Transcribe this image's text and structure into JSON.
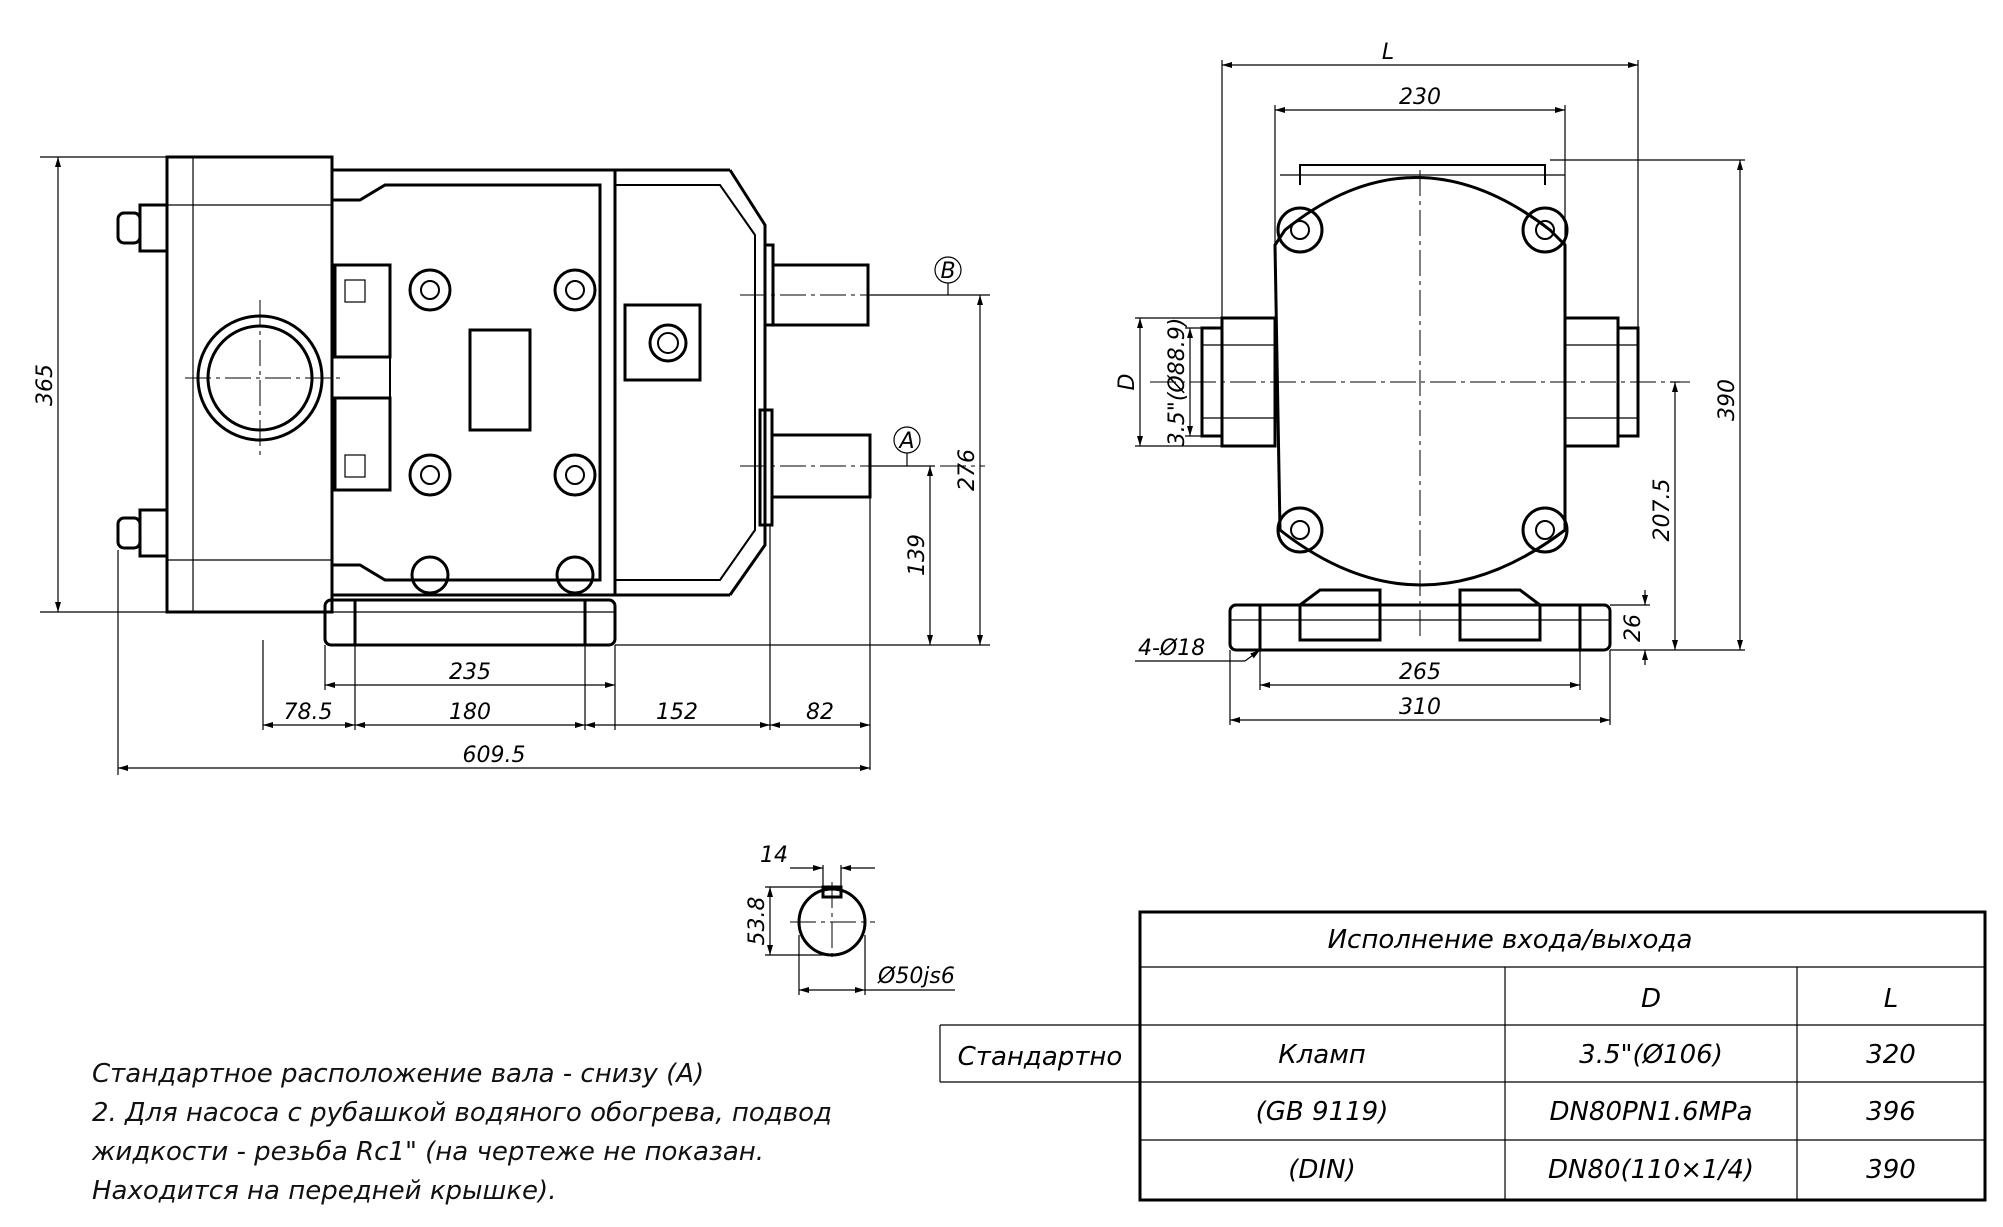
{
  "dimensions": {
    "front_height": "365",
    "shaft_b_height": "276",
    "shaft_a_height": "139",
    "base_length": "235",
    "offset_1": "78.5",
    "foot_spacing": "180",
    "span_152": "152",
    "shaft_length": "82",
    "overall_length": "609.5",
    "side_L": "L",
    "side_width": "230",
    "side_height": "390",
    "port_D": "D",
    "port_size": "3.5\"(Ø88.9)",
    "port_center_height": "207.5",
    "base_thickness": "26",
    "holes": "4-Ø18",
    "hole_spacing": "265",
    "base_width": "310",
    "key_width": "14",
    "key_depth": "53.8",
    "shaft_diameter": "Ø50js6"
  },
  "markers": {
    "shaft_upper": "B",
    "shaft_lower": "A"
  },
  "table": {
    "title": "Исполнение входа/выхода",
    "col_d": "D",
    "col_l": "L",
    "row_label": "Стандартно",
    "rows": [
      {
        "type": "Кламп",
        "d": "3.5\"(Ø106)",
        "l": "320"
      },
      {
        "type": "(GB 9119)",
        "d": "DN80PN1.6MPa",
        "l": "396"
      },
      {
        "type": "(DIN)",
        "d": "DN80(110×1/4)",
        "l": "390"
      }
    ]
  },
  "notes": [
    " Стандартное расположение вала - снизу (A)",
    "2. Для насоса с рубашкой водяного обогрева, подвод",
    "жидкости - резьба Rc1\" (на чертеже не показан.",
    "Находится на передней крышке)."
  ]
}
